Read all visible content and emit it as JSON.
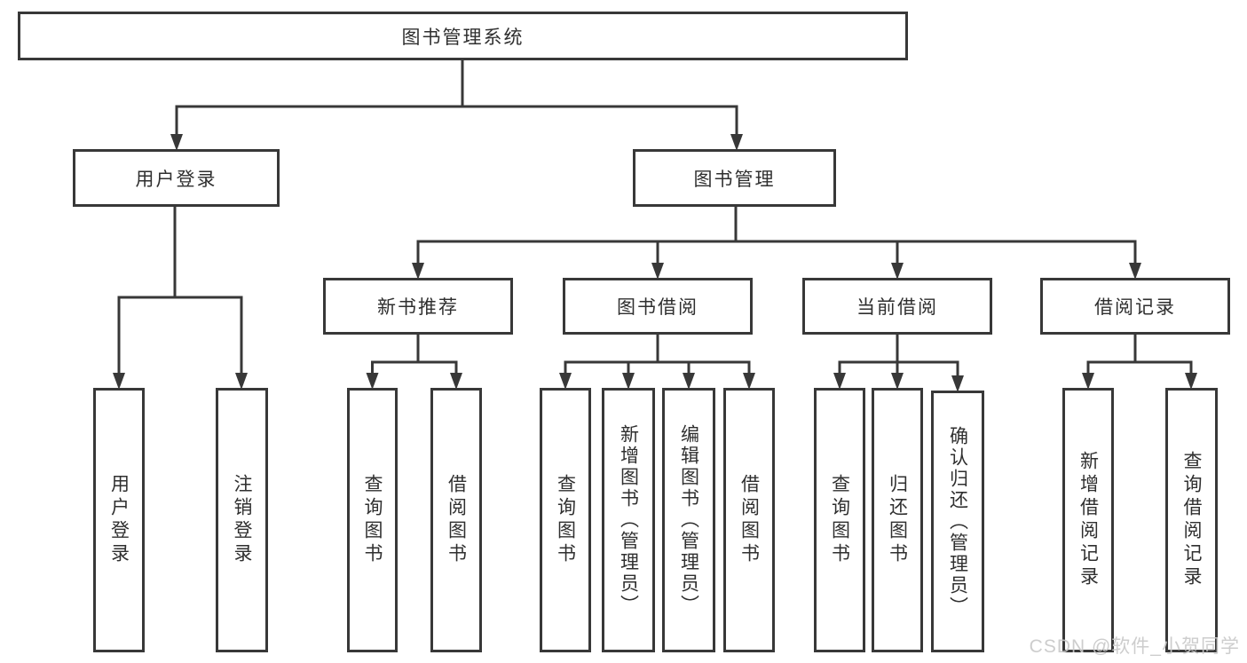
{
  "root": {
    "label": "图书管理系统"
  },
  "level2": {
    "user_login": {
      "label": "用户登录"
    },
    "book_management": {
      "label": "图书管理"
    }
  },
  "level3": {
    "new_book_recommend": {
      "label": "新书推荐"
    },
    "book_borrowing": {
      "label": "图书借阅"
    },
    "current_borrowing": {
      "label": "当前借阅"
    },
    "borrowing_records": {
      "label": "借阅记录"
    }
  },
  "leaves": {
    "user_login": [
      "用户登录",
      "注销登录"
    ],
    "new_book_recommend": [
      "查询图书",
      "借阅图书"
    ],
    "book_borrowing": [
      "查询图书",
      "新增图书（管理员）",
      "编辑图书（管理员）",
      "借阅图书"
    ],
    "current_borrowing": [
      "查询图书",
      "归还图书",
      "确认归还（管理员）"
    ],
    "borrowing_records": [
      "新增借阅记录",
      "查询借阅记录"
    ]
  },
  "watermark": "CSDN @软件_小贺同学",
  "colors": {
    "line": "#383838",
    "text": "#2f2f2f",
    "watermark": "#c9c9c9",
    "background": "#ffffff"
  }
}
